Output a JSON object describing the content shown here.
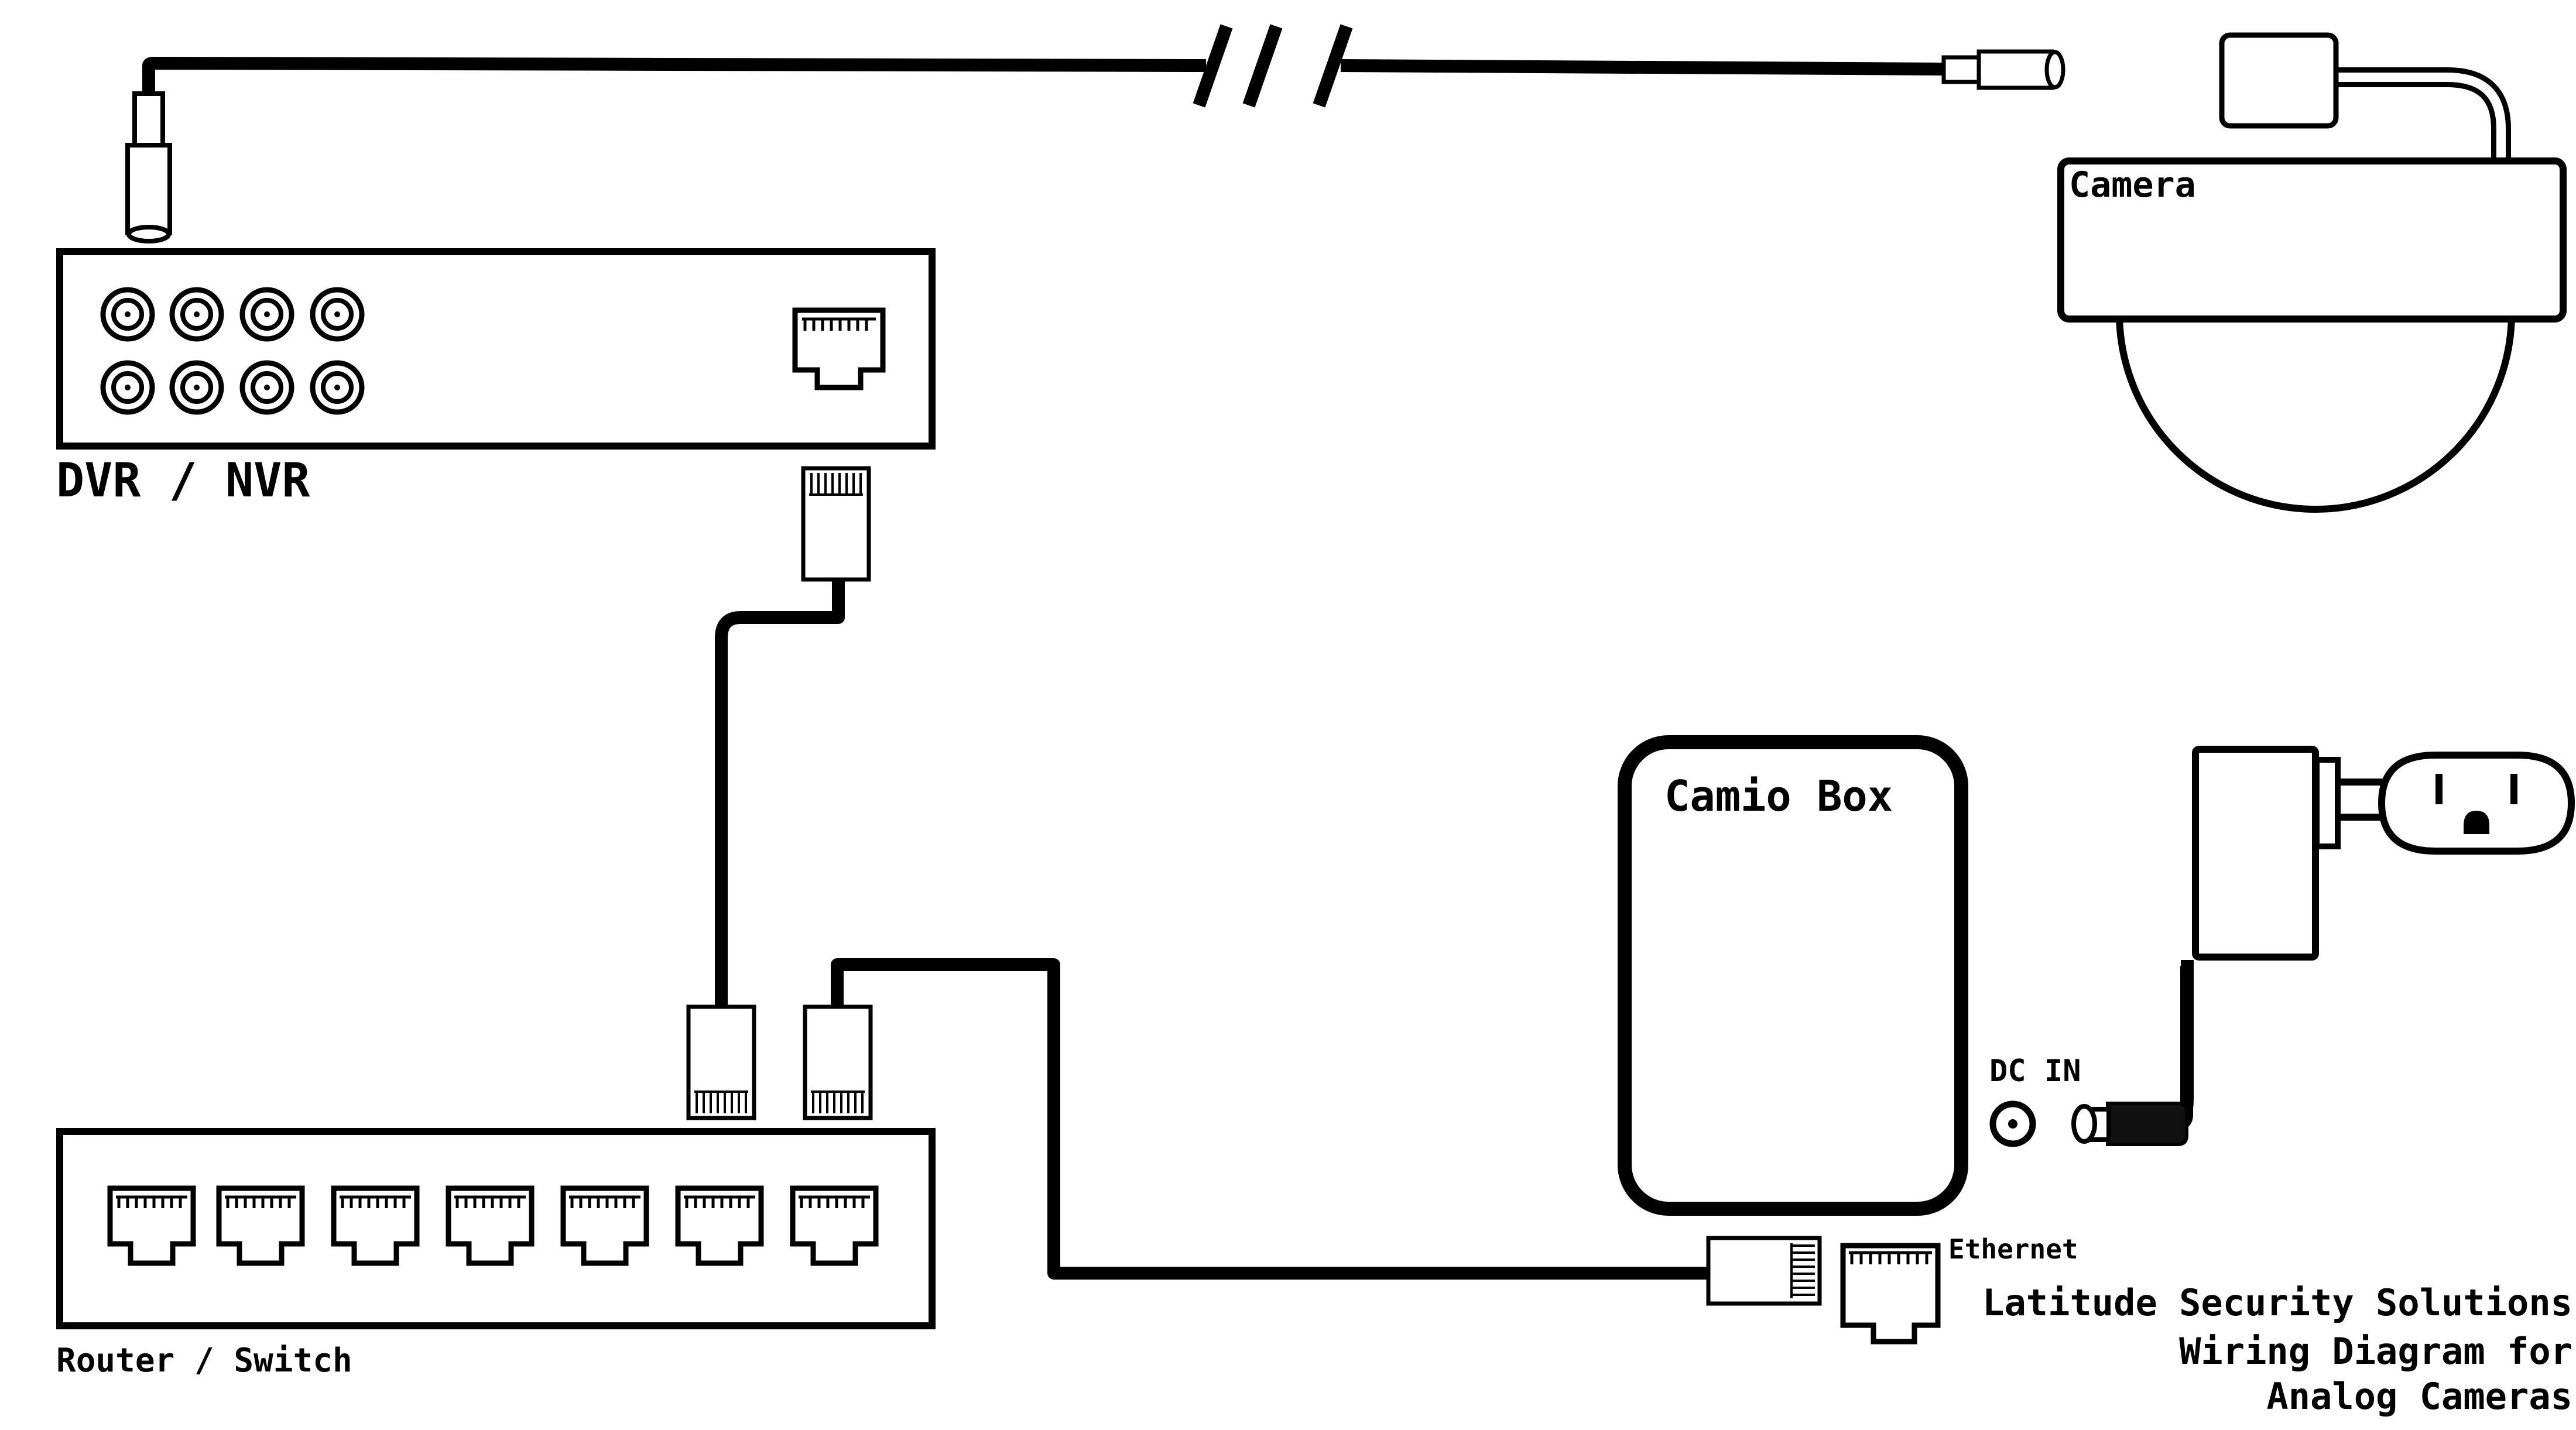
{
  "labels": {
    "dvr": "DVR / NVR",
    "camera": "Camera",
    "router": "Router / Switch",
    "camio_box": "Camio Box",
    "dc_in": "DC IN",
    "ethernet": "Ethernet"
  },
  "footer": {
    "line1": "Latitude Security Solutions",
    "line2": "Wiring Diagram for",
    "line3": "Analog Cameras"
  },
  "icons": [
    "bnc-connector-icon",
    "rj45-port-icon",
    "rj45-plug-icon",
    "dome-camera-icon",
    "power-adapter-icon",
    "wall-outlet-icon"
  ],
  "colors": {
    "line": "#000000",
    "background": "#ffffff",
    "connector_dark": "#111111"
  }
}
